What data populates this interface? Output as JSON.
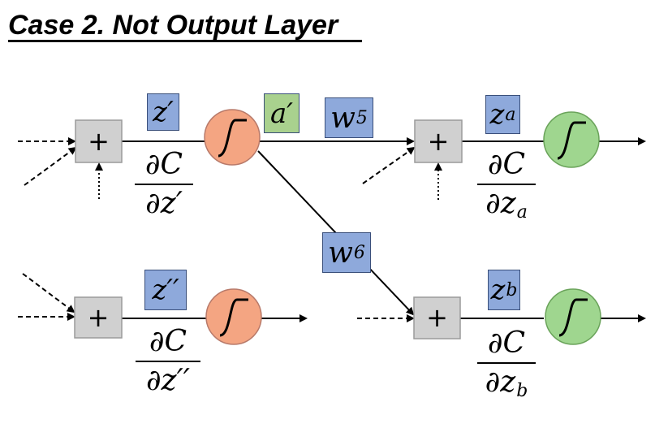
{
  "title": "Case 2. Not Output Layer",
  "sum_symbol": "+",
  "labels": {
    "z_prime": "z′",
    "a_prime": "a′",
    "w5_base": "w",
    "w5_sub": "5",
    "w6_base": "w",
    "w6_sub": "6",
    "za_base": "z",
    "za_sub": "a",
    "z_double_prime": "z′′",
    "zb_base": "z",
    "zb_sub": "b"
  },
  "fractions": {
    "top_left": {
      "num": "∂C",
      "den": "∂z′"
    },
    "top_right": {
      "num": "∂C",
      "den_base": "∂z",
      "den_sub": "a"
    },
    "bottom_left": {
      "num": "∂C",
      "den": "∂z′′"
    },
    "bottom_right": {
      "num": "∂C",
      "den_base": "∂z",
      "den_sub": "b"
    }
  },
  "colors": {
    "label_blue": "#8ea9db",
    "label_green": "#a9d18e",
    "neuron_orange": "#f4a582",
    "neuron_green": "#9fd68f",
    "sum_box": "#d0d0d0"
  }
}
